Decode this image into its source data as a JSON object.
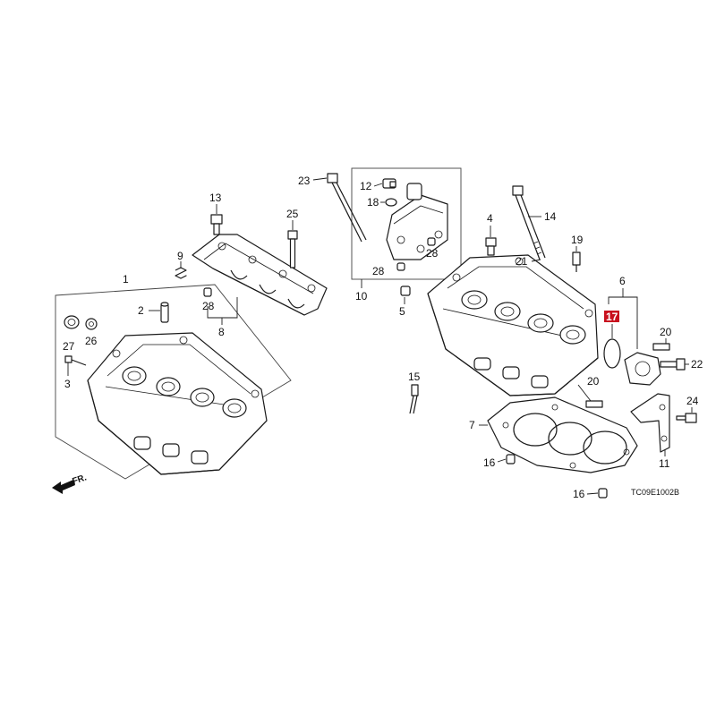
{
  "diagram": {
    "callouts": [
      {
        "id": "c1",
        "text": "1"
      },
      {
        "id": "c2",
        "text": "2"
      },
      {
        "id": "c3",
        "text": "3"
      },
      {
        "id": "c4",
        "text": "4"
      },
      {
        "id": "c5",
        "text": "5"
      },
      {
        "id": "c6",
        "text": "6"
      },
      {
        "id": "c7",
        "text": "7"
      },
      {
        "id": "c8",
        "text": "8"
      },
      {
        "id": "c9",
        "text": "9"
      },
      {
        "id": "c10",
        "text": "10"
      },
      {
        "id": "c11",
        "text": "11"
      },
      {
        "id": "c12",
        "text": "12"
      },
      {
        "id": "c13",
        "text": "13"
      },
      {
        "id": "c14",
        "text": "14"
      },
      {
        "id": "c15",
        "text": "15"
      },
      {
        "id": "c16a",
        "text": "16"
      },
      {
        "id": "c16b",
        "text": "16"
      },
      {
        "id": "c17",
        "text": "17"
      },
      {
        "id": "c18",
        "text": "18"
      },
      {
        "id": "c19",
        "text": "19"
      },
      {
        "id": "c20a",
        "text": "20"
      },
      {
        "id": "c20b",
        "text": "20"
      },
      {
        "id": "c21",
        "text": "21"
      },
      {
        "id": "c22",
        "text": "22"
      },
      {
        "id": "c23",
        "text": "23"
      },
      {
        "id": "c24",
        "text": "24"
      },
      {
        "id": "c25",
        "text": "25"
      },
      {
        "id": "c26",
        "text": "26"
      },
      {
        "id": "c27",
        "text": "27"
      },
      {
        "id": "c28a",
        "text": "28"
      },
      {
        "id": "c28b",
        "text": "28"
      },
      {
        "id": "c28c",
        "text": "28"
      }
    ],
    "highlight_color": "#c8101e",
    "front_indicator": "FR.",
    "drawing_code": "TC09E1002B"
  }
}
